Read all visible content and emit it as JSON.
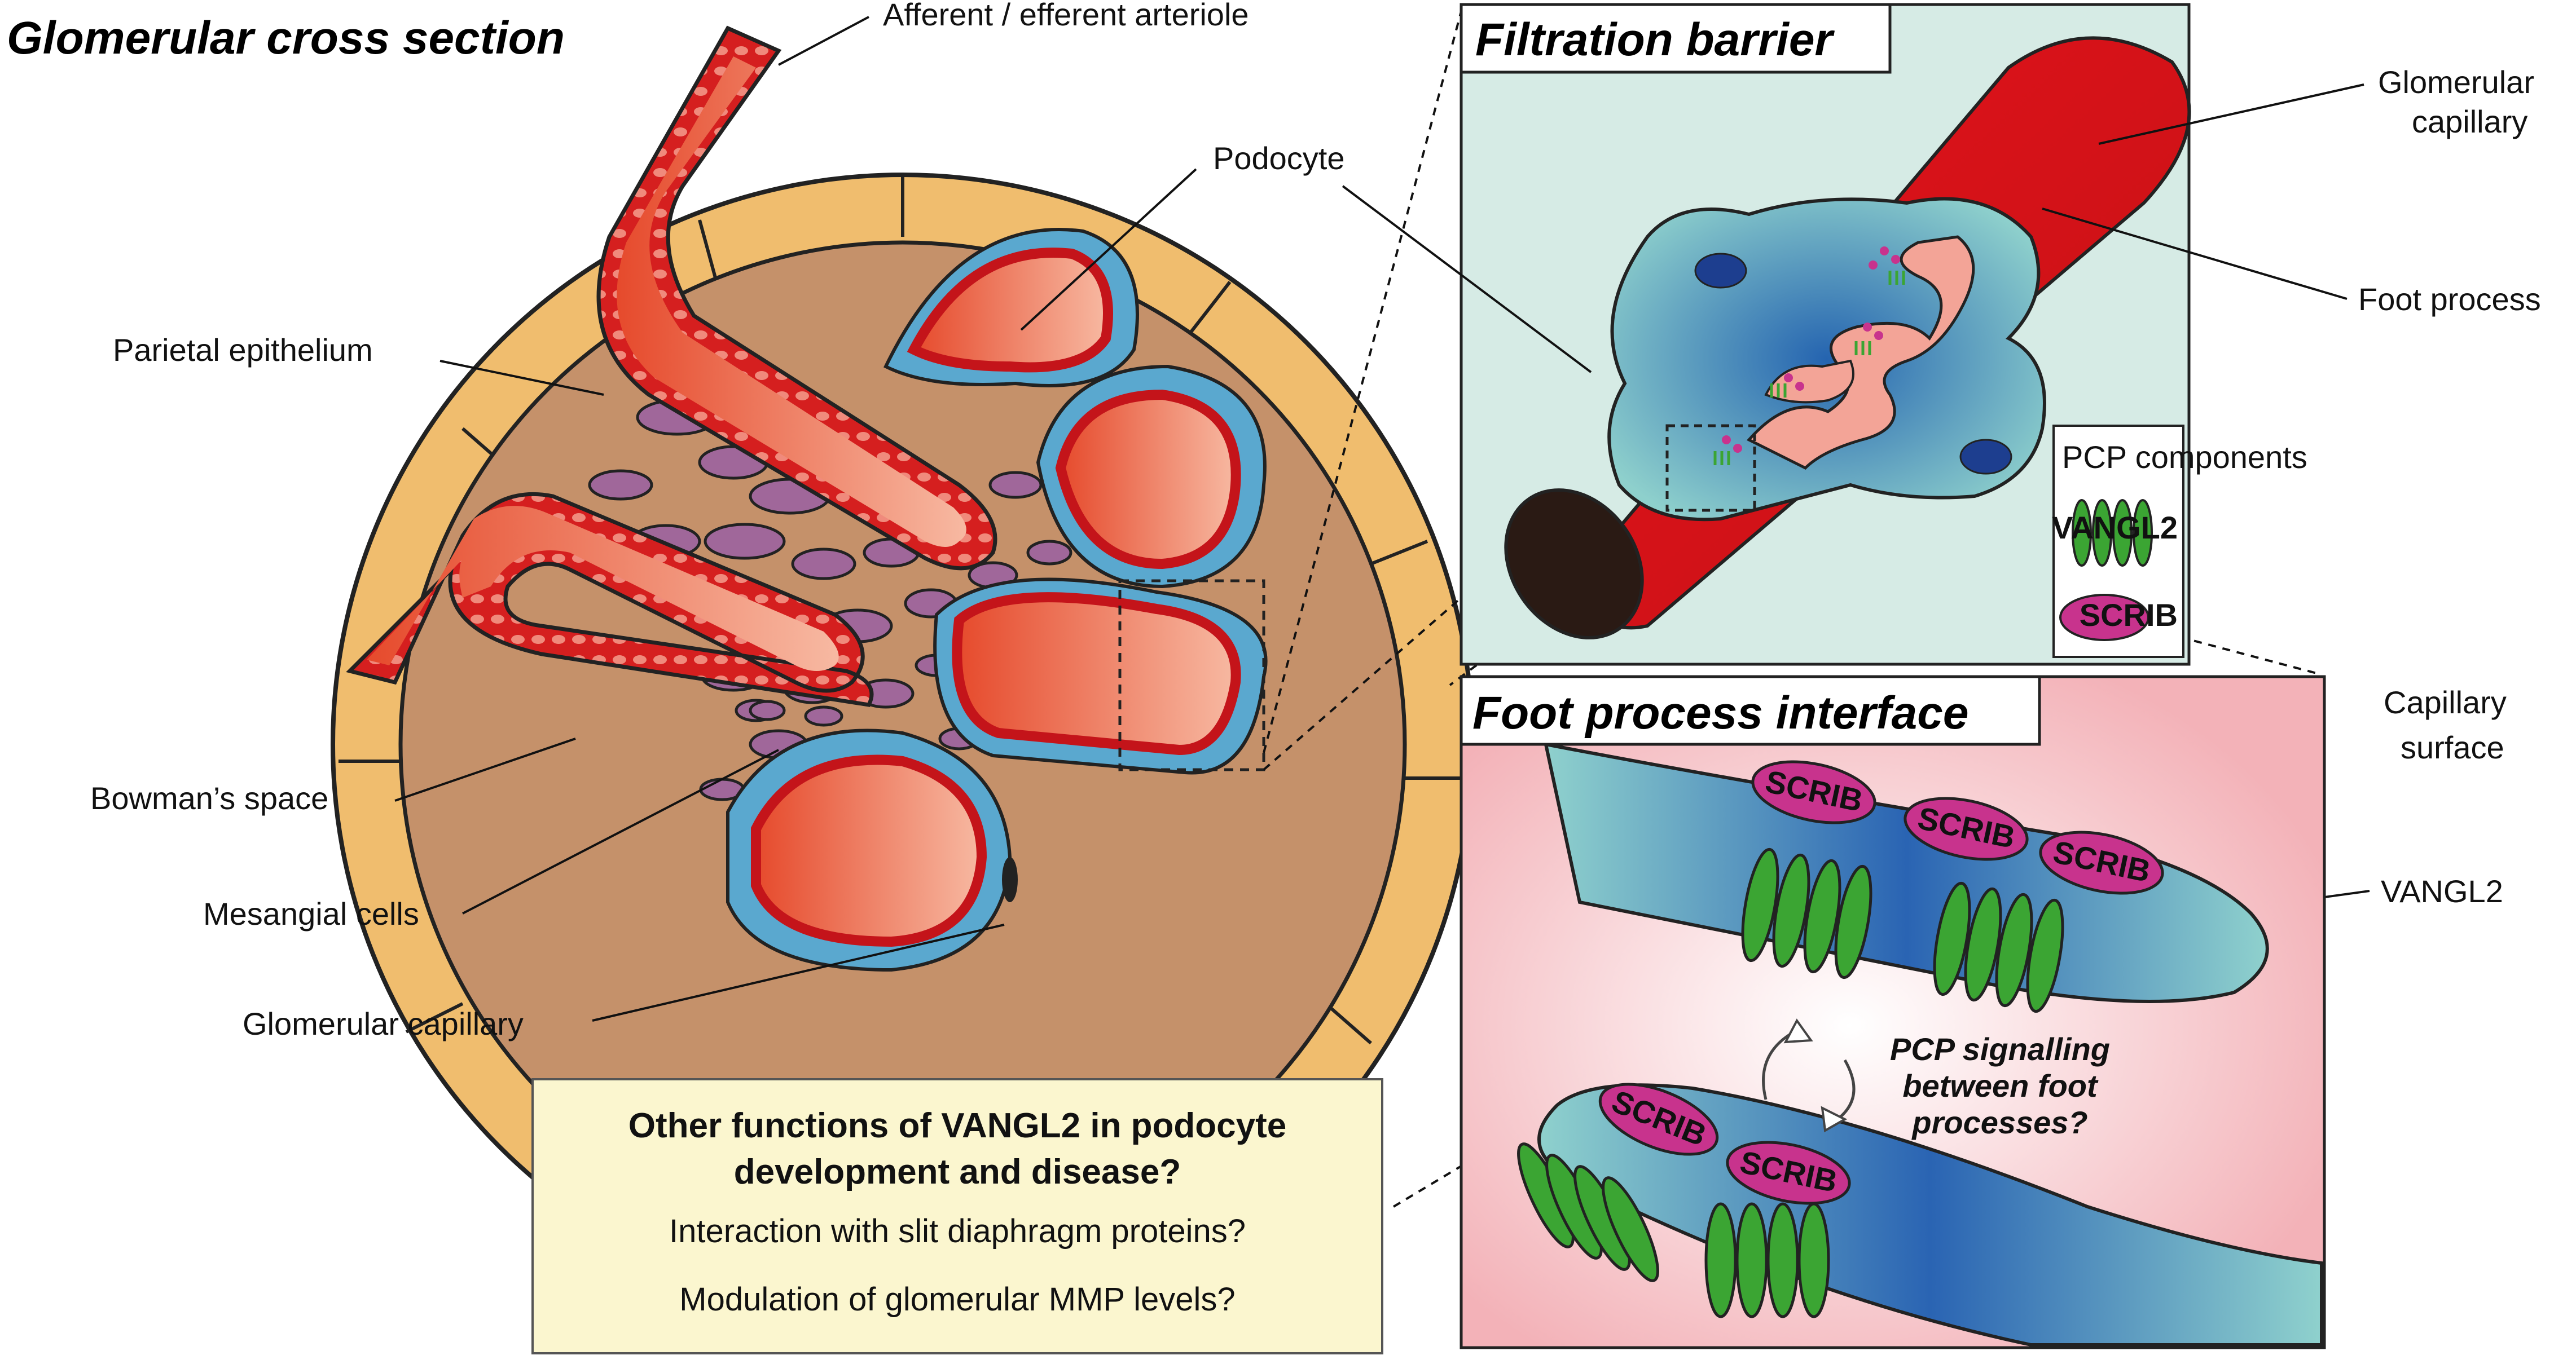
{
  "panels": {
    "cross_section_title": "Glomerular cross section",
    "filtration_title": "Filtration barrier",
    "interface_title": "Foot process interface"
  },
  "labels": {
    "arteriole": "Afferent / efferent arteriole",
    "podocyte": "Podocyte",
    "parietal": "Parietal epithelium",
    "bowman": "Bowman’s space",
    "mesangial": "Mesangial cells",
    "glom_cap_left": "Glomerular capillary",
    "glom_cap_right_1": "Glomerular",
    "glom_cap_right_2": "capillary",
    "foot_process": "Foot process",
    "cap_surface_1": "Capillary",
    "cap_surface_2": "surface",
    "vangl2": "VANGL2"
  },
  "legend": {
    "title": "PCP components",
    "vangl2": "VANGL2",
    "scrib": "SCRIB"
  },
  "interface": {
    "scrib": "SCRIB",
    "signal_1": "PCP signalling",
    "signal_2": "between foot",
    "signal_3": "processes?"
  },
  "note": {
    "heading_1": "Other functions of VANGL2 in podocyte",
    "heading_2": "development and disease?",
    "line_1": "Interaction with slit diaphragm proteins?",
    "line_2": "Modulation of glomerular MMP levels?"
  },
  "colors": {
    "capsule": "#f0bd6e",
    "bowman": "#c5916a",
    "capillary": "#e8583a",
    "podocyte": "#5aa8cf",
    "mesangial": "#a0679a",
    "vangl2": "#3ba533",
    "scrib": "#c8338d",
    "filtration_bg": "#d6ebe5",
    "interface_bg": "#f6c9cc",
    "note_bg": "#fbf6cf"
  }
}
